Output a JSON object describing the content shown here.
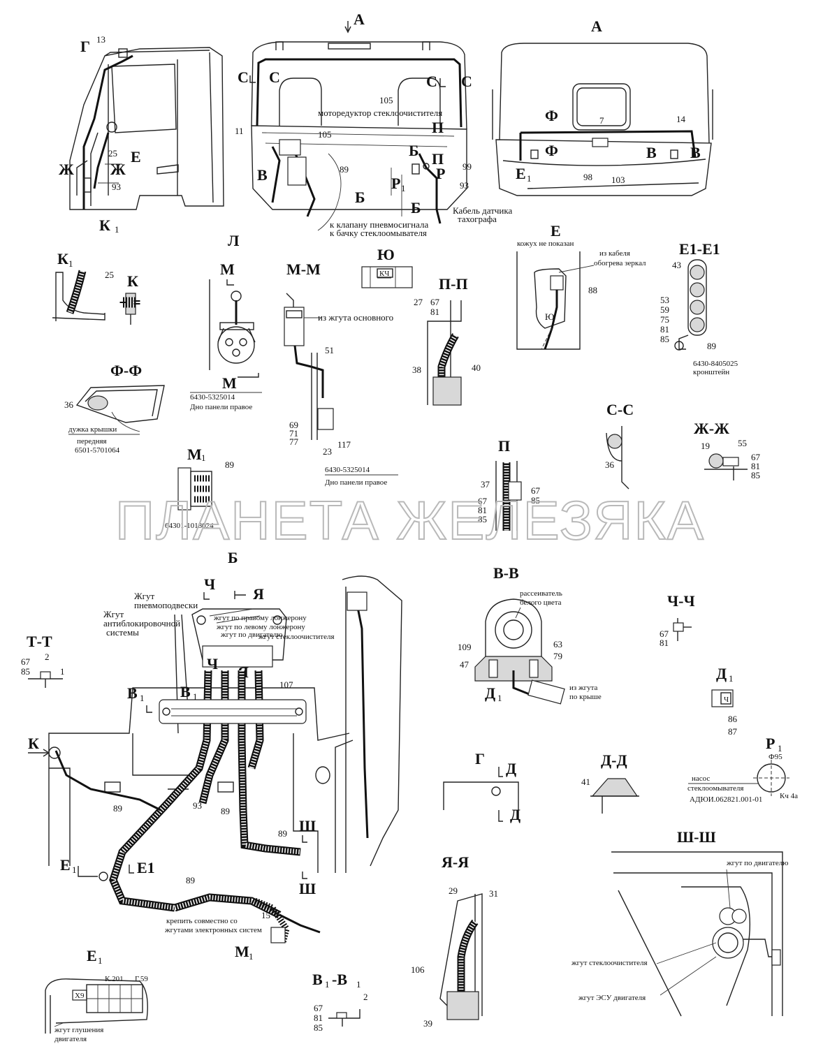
{
  "watermark": "ПЛАНЕТА ЖЕЛЕЗЯКА",
  "views": {
    "A_arrow": "A",
    "A_view": "A",
    "G_top": "Г",
    "K1": "К",
    "K1_sub": "1",
    "E_side": "Е",
    "Zh_left": "Ж",
    "Zh_right": "Ж",
    "C_left1": "С",
    "C_left2": "С",
    "C_right1": "С",
    "C_right2": "С",
    "V_front": "В",
    "B_front": "Б",
    "B_front2": "Б",
    "P_front": "П",
    "P_front2": "П",
    "R_front": "Р",
    "R1_front": "Р",
    "R1_sub": "1",
    "F1": "Ф",
    "F2": "Ф",
    "V_rear1": "В",
    "V_rear2": "В",
    "E1_rear": "Е",
    "E1_rear_sub": "1",
    "L": "Л",
    "M_top": "М",
    "M_bottom": "М",
    "MM": "М-М",
    "Yu": "Ю",
    "PP": "П-П",
    "E_detail": "Е",
    "E1E1": "Е1-Е1",
    "K1_detail": "К",
    "K1_detail_sub": "1",
    "K_detail": "К",
    "FF": "Ф-Ф",
    "CC": "С-С",
    "ZhZh": "Ж-Ж",
    "M1": "М",
    "M1_sub": "1",
    "P_detail": "П",
    "B_main": "Б",
    "VV": "В-В",
    "ChCh": "Ч-Ч",
    "TT": "Т-Т",
    "D1": "Д",
    "D1_sub": "1",
    "V1_left": "В",
    "V1_left_sub": "1",
    "V1_right": "В",
    "V1_right_sub": "1",
    "K_arrow": "К",
    "Ch1": "Ч",
    "Ch2": "Ч",
    "Ya1": "Я",
    "Ya2": "Я",
    "R1_detail": "Р",
    "R1_detail_sub": "1",
    "G_detail": "Г",
    "D_top": "Д",
    "D_bottom": "Д",
    "DD": "Д-Д",
    "Sh_top": "Ш",
    "Sh_bottom": "Ш",
    "ShSh": "Ш-Ш",
    "E1_left": "Е",
    "E1_left_sub": "1",
    "E1_right": "Е1",
    "YaYa": "Я-Я",
    "M1_bottom": "М",
    "M1_bottom_sub": "1",
    "E1_detail": "Е",
    "E1_detail_sub": "1",
    "V1V1": "В",
    "V1V1_sub": "1",
    "V1V1_rest": "-В",
    "V1V1_sub2": "1",
    "D1_vv": "Д",
    "D1_vv_sub": "1"
  },
  "labels": {
    "motoreduktor": "моторедуктор стеклоочистителя",
    "k_klapanu": "к клапану пневмосигнала",
    "k_bachku": "к бачку стеклоомывателя",
    "kabel_datchika": "Кабель датчика",
    "tahografa": "тахографа",
    "kozhuh": "кожух не показан",
    "iz_kabelya": "из кабеля",
    "obogreva": "обогрева зеркал",
    "iz_zhguta_osn": "из жгута основного",
    "part_6430_5325014_a": "6430-5325014",
    "dno_paneli_a": "Дно панели правое",
    "part_6430_5325014_b": "6430-5325014",
    "dno_paneli_b": "Дно панели правое",
    "part_6430_8405025": "6430-8405025",
    "kronshtein": "кронштейн",
    "duzhka": "дужка крышки",
    "perednyaya": "передняя",
    "part_6501": "6501-5701064",
    "part_64301": "64301-1018024",
    "zhgut_pnevmo1": "Жгут",
    "zhgut_pnevmo2": "пневмоподвески",
    "zhgut_antiblok1": "Жгут",
    "zhgut_antiblok2": "антиблокировочной",
    "zhgut_antiblok3": "системы",
    "zhgut_pravomu": "жгут по правому лонжерону",
    "zhgut_levomu": "жгут по левому лонжерону",
    "zhgut_dvigatelyu": "жгут по двигателю",
    "zhgut_stekloochist": "жгут стеклоочистителя",
    "kreplenie1": "крепить совместно со",
    "kreplenie2": "жгутами электронных систем",
    "rasseivatel1": "рассеиватель",
    "rasseivatel2": "белого цвета",
    "iz_zhguta_kryshe1": "из жгута",
    "iz_zhguta_kryshe2": "по крыше",
    "nasos1": "насос",
    "nasos2": "стеклоомывателя",
    "nasos_part": "АДЮИ.062821.001-01",
    "phi95": "Ф95",
    "kch4a": "Кч 4а",
    "shsh_dvig": "жгут по двигателю",
    "shsh_stekl": "жгут стеклоочистителя",
    "shsh_esu": "жгут ЭСУ двигателя",
    "k201": "К.201",
    "g59": "Г.59",
    "x9": "Х9",
    "zhgut_glush1": "жгут глушения",
    "zhgut_glush2": "двигателя",
    "kch": "КЧ",
    "ch_box": "Ч"
  },
  "numbers": {
    "n13": "13",
    "n25": "25",
    "n93a": "93",
    "n105a": "105",
    "n105b": "105",
    "n11": "11",
    "n89a": "89",
    "n99": "99",
    "n93b": "93",
    "n7": "7",
    "n14": "14",
    "n98": "98",
    "n103": "103",
    "n25b": "25",
    "n51": "51",
    "n69": "69",
    "n71": "71",
    "n77": "77",
    "n23": "23",
    "n117": "117",
    "n27": "27",
    "n67a": "67",
    "n81a": "81",
    "n38": "38",
    "n40": "40",
    "n88": "88",
    "n43": "43",
    "n53": "53",
    "n59": "59",
    "n75": "75",
    "n81b": "81",
    "n85a": "85",
    "n89b": "89",
    "n36a": "36",
    "n36b": "36",
    "n19": "19",
    "n55": "55",
    "n67b": "67",
    "n81c": "81",
    "n85b": "85",
    "n89c": "89",
    "n37": "37",
    "n67c": "67",
    "n81d": "81",
    "n85c": "85",
    "n67d": "67",
    "n85d": "85",
    "n109": "109",
    "n47": "47",
    "n63": "63",
    "n79": "79",
    "n67e": "67",
    "n81e": "81",
    "n67f": "67",
    "n85e": "85",
    "n2a": "2",
    "n1": "1",
    "n107": "107",
    "n86": "86",
    "n87": "87",
    "n89d": "89",
    "n93c": "93",
    "n89e": "89",
    "n89f": "89",
    "n89g": "89",
    "n15": "15",
    "n41": "41",
    "n29": "29",
    "n31": "31",
    "n106": "106",
    "n39": "39",
    "n2b": "2",
    "n67g": "67",
    "n81f": "81",
    "n85f": "85"
  }
}
